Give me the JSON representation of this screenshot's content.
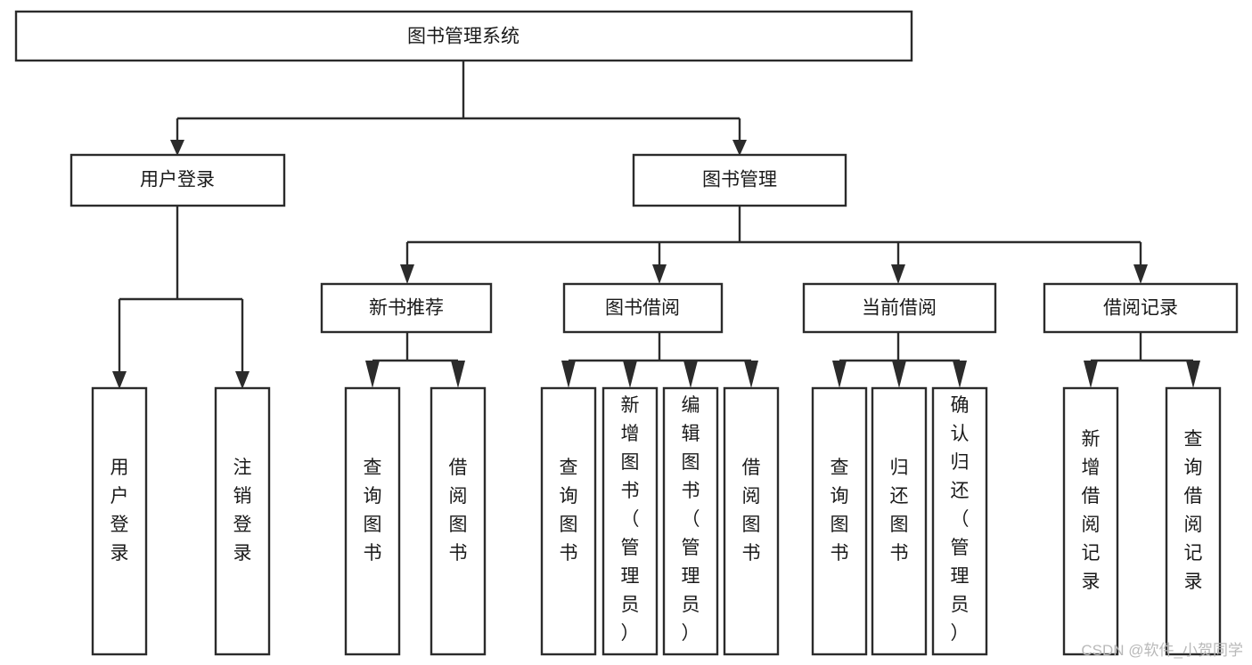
{
  "diagram": {
    "title": "图书管理系统",
    "type": "tree-hierarchy-diagram",
    "watermark": "CSDN @软件_小贺同学",
    "colors": {
      "box_stroke": "#2b2b2b",
      "box_fill": "#ffffff",
      "text": "#1a1a1a",
      "background": "#ffffff",
      "watermark": "#b9b9b9"
    },
    "levels": {
      "root": "图书管理系统",
      "level2": [
        "用户登录",
        "图书管理"
      ],
      "level3": [
        "新书推荐",
        "图书借阅",
        "当前借阅",
        "借阅记录"
      ]
    },
    "nodes": {
      "root": {
        "label": "图书管理系统",
        "orientation": "horizontal"
      },
      "user_login": {
        "label": "用户登录",
        "orientation": "horizontal"
      },
      "book_mgmt": {
        "label": "图书管理",
        "orientation": "horizontal"
      },
      "new_book_rec": {
        "label": "新书推荐",
        "orientation": "horizontal"
      },
      "book_borrow": {
        "label": "图书借阅",
        "orientation": "horizontal"
      },
      "current_borrow": {
        "label": "当前借阅",
        "orientation": "horizontal"
      },
      "borrow_record": {
        "label": "借阅记录",
        "orientation": "horizontal"
      },
      "leaf_user_login": {
        "label": "用户登录",
        "orientation": "vertical",
        "chars": [
          "用",
          "户",
          "登",
          "录"
        ]
      },
      "leaf_logout": {
        "label": "注销登录",
        "orientation": "vertical",
        "chars": [
          "注",
          "销",
          "登",
          "录"
        ]
      },
      "leaf_query_book_1": {
        "label": "查询图书",
        "orientation": "vertical",
        "chars": [
          "查",
          "询",
          "图",
          "书"
        ]
      },
      "leaf_borrow_book_1": {
        "label": "借阅图书",
        "orientation": "vertical",
        "chars": [
          "借",
          "阅",
          "图",
          "书"
        ]
      },
      "leaf_query_book_2": {
        "label": "查询图书",
        "orientation": "vertical",
        "chars": [
          "查",
          "询",
          "图",
          "书"
        ]
      },
      "leaf_add_book": {
        "label": "新增图书（管理员）",
        "orientation": "vertical",
        "chars": [
          "新",
          "增",
          "图",
          "书",
          "（",
          "管",
          "理",
          "员",
          "）"
        ]
      },
      "leaf_edit_book": {
        "label": "编辑图书（管理员）",
        "orientation": "vertical",
        "chars": [
          "编",
          "辑",
          "图",
          "书",
          "（",
          "管",
          "理",
          "员",
          "）"
        ]
      },
      "leaf_borrow_book_2": {
        "label": "借阅图书",
        "orientation": "vertical",
        "chars": [
          "借",
          "阅",
          "图",
          "书"
        ]
      },
      "leaf_query_book_3": {
        "label": "查询图书",
        "orientation": "vertical",
        "chars": [
          "查",
          "询",
          "图",
          "书"
        ]
      },
      "leaf_return_book": {
        "label": "归还图书",
        "orientation": "vertical",
        "chars": [
          "归",
          "还",
          "图",
          "书"
        ]
      },
      "leaf_confirm_return": {
        "label": "确认归还（管理员）",
        "orientation": "vertical",
        "chars": [
          "确",
          "认",
          "归",
          "还",
          "（",
          "管",
          "理",
          "员",
          "）"
        ]
      },
      "leaf_add_record": {
        "label": "新增借阅记录",
        "orientation": "vertical",
        "chars": [
          "新",
          "增",
          "借",
          "阅",
          "记",
          "录"
        ]
      },
      "leaf_query_record": {
        "label": "查询借阅记录",
        "orientation": "vertical",
        "chars": [
          "查",
          "询",
          "借",
          "阅",
          "记",
          "录"
        ]
      }
    },
    "edges": [
      {
        "from": "root",
        "to": "user_login"
      },
      {
        "from": "root",
        "to": "book_mgmt"
      },
      {
        "from": "user_login",
        "to": "leaf_user_login"
      },
      {
        "from": "user_login",
        "to": "leaf_logout"
      },
      {
        "from": "book_mgmt",
        "to": "new_book_rec"
      },
      {
        "from": "book_mgmt",
        "to": "book_borrow"
      },
      {
        "from": "book_mgmt",
        "to": "current_borrow"
      },
      {
        "from": "book_mgmt",
        "to": "borrow_record"
      },
      {
        "from": "new_book_rec",
        "to": "leaf_query_book_1"
      },
      {
        "from": "new_book_rec",
        "to": "leaf_borrow_book_1"
      },
      {
        "from": "book_borrow",
        "to": "leaf_query_book_2"
      },
      {
        "from": "book_borrow",
        "to": "leaf_add_book"
      },
      {
        "from": "book_borrow",
        "to": "leaf_edit_book"
      },
      {
        "from": "book_borrow",
        "to": "leaf_borrow_book_2"
      },
      {
        "from": "current_borrow",
        "to": "leaf_query_book_3"
      },
      {
        "from": "current_borrow",
        "to": "leaf_return_book"
      },
      {
        "from": "current_borrow",
        "to": "leaf_confirm_return"
      },
      {
        "from": "borrow_record",
        "to": "leaf_add_record"
      },
      {
        "from": "borrow_record",
        "to": "leaf_query_record"
      }
    ]
  }
}
